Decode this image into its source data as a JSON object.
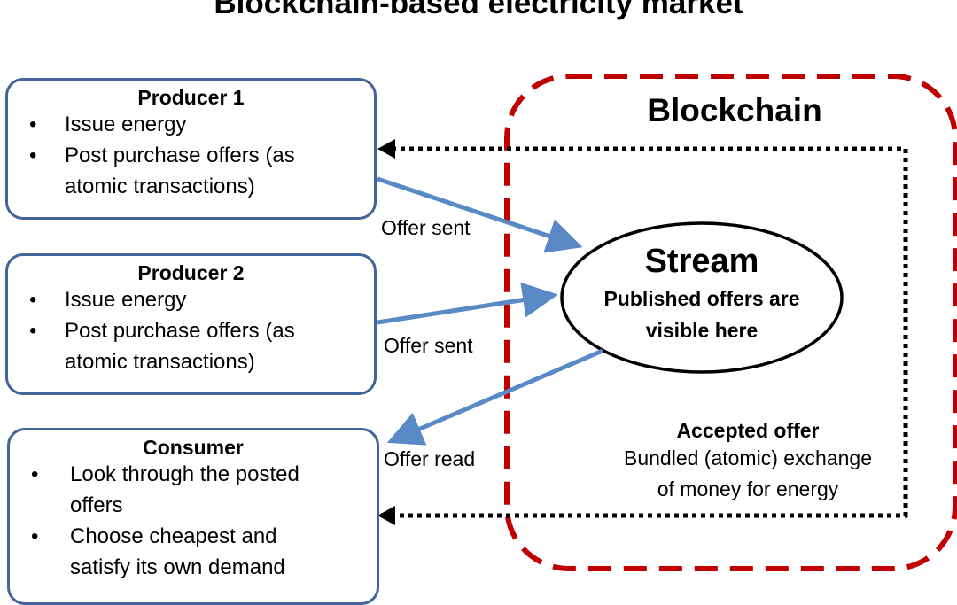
{
  "title": "Blockchain-based electricity market",
  "producer1": {
    "title": "Producer 1",
    "items": [
      "Issue energy",
      "Post purchase offers (as",
      "atomic transactions)"
    ]
  },
  "producer2": {
    "title": "Producer 2",
    "items": [
      "Issue energy",
      "Post purchase offers (as",
      "atomic transactions)"
    ]
  },
  "consumer": {
    "title": "Consumer",
    "items": [
      "Look through the posted",
      "offers",
      "Choose cheapest and",
      "satisfy its own demand"
    ]
  },
  "blockchain": {
    "title": "Blockchain"
  },
  "stream": {
    "title": "Stream",
    "line1": "Published offers are",
    "line2": "visible here"
  },
  "arrows": {
    "offer_sent_1": "Offer sent",
    "offer_sent_2": "Offer sent",
    "offer_read": "Offer read"
  },
  "accepted_offer": {
    "title": "Accepted offer",
    "line1": "Bundled (atomic) exchange",
    "line2": "of money for energy"
  },
  "colors": {
    "box_border": "#41659a",
    "arrow_blue": "#5a8ac6",
    "blockchain_dash": "#c00000",
    "dotted_black": "#000000"
  }
}
